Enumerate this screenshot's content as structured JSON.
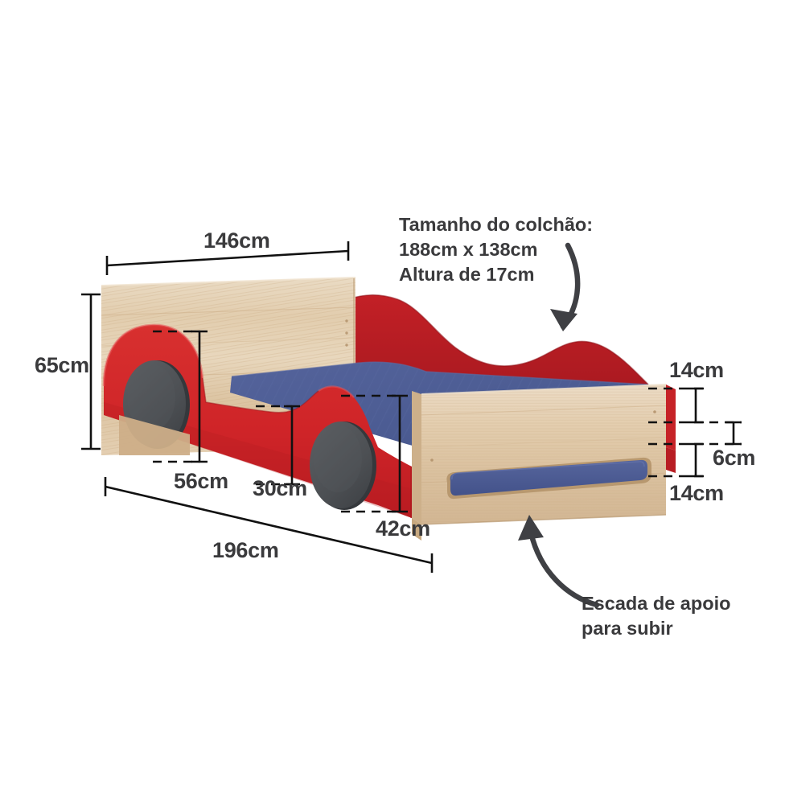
{
  "diagram": {
    "title": "Cama infantil carro - diagrama de dimensoes",
    "colors": {
      "red": "#d2272c",
      "red_dark": "#a8171d",
      "red_light": "#e0484a",
      "wood": "#e6d0b4",
      "wood_dark": "#c9a87f",
      "wood_mid": "#dec3a2",
      "mattress_blue": "#4f5f96",
      "mattress_blue_dark": "#3f4e80",
      "wheel_gray": "#4f5256",
      "wheel_gray_dark": "#3c3f43",
      "line": "#111111",
      "text": "#3a3a3c",
      "arrow": "#3f4044"
    }
  },
  "dimensions": {
    "width_top": "146cm",
    "height_left": "65cm",
    "front_wheel_height": "56cm",
    "mid_height": "30cm",
    "rear_wheel_height": "42cm",
    "length_bottom": "196cm",
    "step_top": "14cm",
    "step_gap": "6cm",
    "step_bottom": "14cm"
  },
  "annotations": {
    "mattress": {
      "line1": "Tamanho do colchão:",
      "line2": "188cm x 138cm",
      "line3": "Altura de 17cm"
    },
    "ladder": {
      "line1": "Escada de apoio",
      "line2": "para subir"
    }
  }
}
